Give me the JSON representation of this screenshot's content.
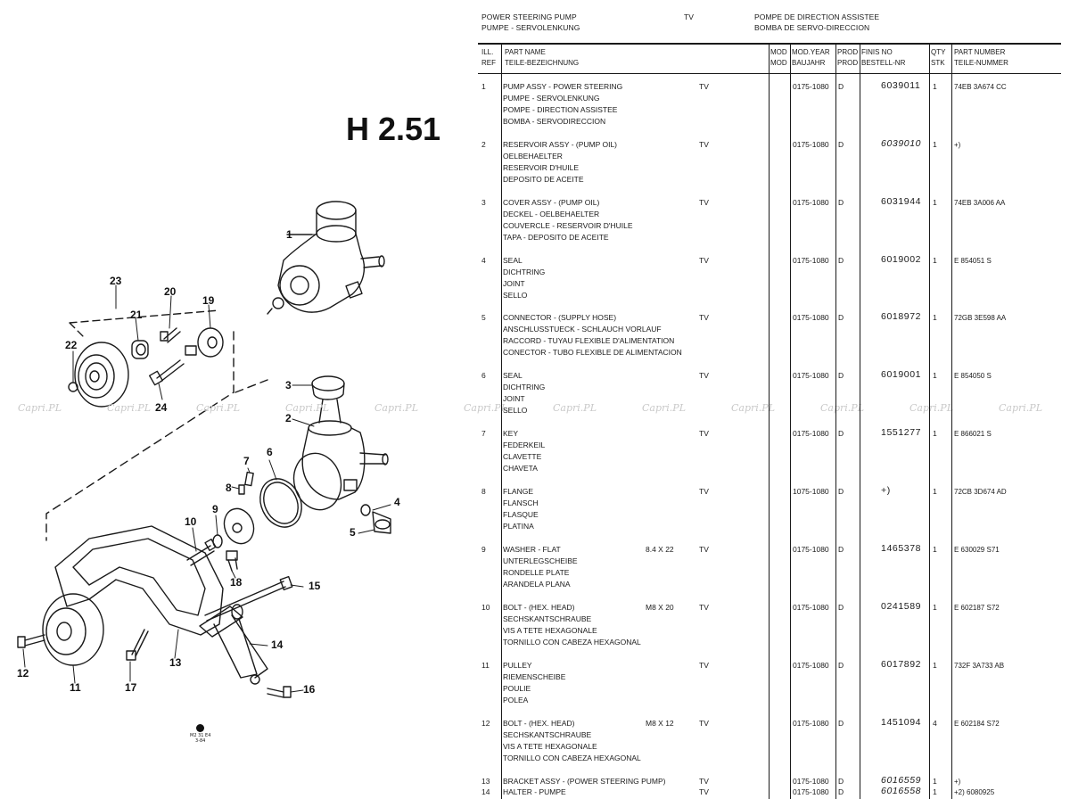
{
  "header": {
    "section_en": "POWER STEERING PUMP",
    "section_de": "PUMPE - SERVOLENKUNG",
    "model_code": "TV",
    "section_fr": "POMPE DE DIRECTION ASSISTEE",
    "section_es": "BOMBA DE SERVO-DIRECCION"
  },
  "page_code": "H 2.51",
  "watermark": "Capri.PL",
  "diagram": {
    "callouts": [
      "1",
      "2",
      "3",
      "4",
      "5",
      "6",
      "7",
      "8",
      "9",
      "10",
      "11",
      "12",
      "13",
      "14",
      "15",
      "16",
      "17",
      "18",
      "19",
      "20",
      "21",
      "22",
      "23",
      "24"
    ],
    "code_mark": [
      "M2 31 E4",
      "3-84"
    ]
  },
  "table": {
    "columns": {
      "ill_ref": [
        "ILL.",
        "REF"
      ],
      "part_name": [
        "PART NAME",
        "TEILE-BEZEICHNUNG"
      ],
      "mod": [
        "MOD",
        "MOD"
      ],
      "mod_year": [
        "MOD.YEAR",
        "BAUJAHR"
      ],
      "prod": [
        "PROD",
        "PROD"
      ],
      "finis": [
        "FINIS NO",
        "BESTELL-NR"
      ],
      "qty": [
        "QTY",
        "STK"
      ],
      "part_number": [
        "PART NUMBER",
        "TEILE-NUMMER"
      ]
    },
    "rows": [
      {
        "ref": "1",
        "names": [
          "PUMP ASSY - POWER STEERING",
          "PUMPE - SERVOLENKUNG",
          "POMPE - DIRECTION ASSISTEE",
          "BOMBA - SERVODIRECCION"
        ],
        "size": "",
        "model": "TV",
        "year": "0175-1080",
        "prod": "D",
        "finis": "6039011",
        "finis_italic": false,
        "qty": "1",
        "part_number": "74EB 3A674 CC"
      },
      {
        "ref": "2",
        "names": [
          "RESERVOIR ASSY - (PUMP OIL)",
          "OELBEHAELTER",
          "RESERVOIR D'HUILE",
          "DEPOSITO DE ACEITE"
        ],
        "size": "",
        "model": "TV",
        "year": "0175-1080",
        "prod": "D",
        "finis": "6039010",
        "finis_italic": true,
        "qty": "1",
        "part_number": "+)"
      },
      {
        "ref": "3",
        "names": [
          "COVER ASSY - (PUMP OIL)",
          "DECKEL - OELBEHAELTER",
          "COUVERCLE - RESERVOIR D'HUILE",
          "TAPA - DEPOSITO DE ACEITE"
        ],
        "size": "",
        "model": "TV",
        "year": "0175-1080",
        "prod": "D",
        "finis": "6031944",
        "finis_italic": false,
        "qty": "1",
        "part_number": "74EB 3A006 AA"
      },
      {
        "ref": "4",
        "names": [
          "SEAL",
          "DICHTRING",
          "JOINT",
          "SELLO"
        ],
        "size": "",
        "model": "TV",
        "year": "0175-1080",
        "prod": "D",
        "finis": "6019002",
        "finis_italic": false,
        "qty": "1",
        "part_number": "E 854051 S"
      },
      {
        "ref": "5",
        "names": [
          "CONNECTOR - (SUPPLY HOSE)",
          "ANSCHLUSSTUECK - SCHLAUCH VORLAUF",
          "RACCORD - TUYAU FLEXIBLE D'ALIMENTATION",
          "CONECTOR - TUBO FLEXIBLE DE ALIMENTACION"
        ],
        "size": "",
        "model": "TV",
        "year": "0175-1080",
        "prod": "D",
        "finis": "6018972",
        "finis_italic": false,
        "qty": "1",
        "part_number": "72GB 3E598 AA"
      },
      {
        "ref": "6",
        "names": [
          "SEAL",
          "DICHTRING",
          "JOINT",
          "SELLO"
        ],
        "size": "",
        "model": "TV",
        "year": "0175-1080",
        "prod": "D",
        "finis": "6019001",
        "finis_italic": false,
        "qty": "1",
        "part_number": "E 854050 S"
      },
      {
        "ref": "7",
        "names": [
          "KEY",
          "FEDERKEIL",
          "CLAVETTE",
          "CHAVETA"
        ],
        "size": "",
        "model": "TV",
        "year": "0175-1080",
        "prod": "D",
        "finis": "1551277",
        "finis_italic": false,
        "qty": "1",
        "part_number": "E 866021 S"
      },
      {
        "ref": "8",
        "names": [
          "FLANGE",
          "FLANSCH",
          "FLASQUE",
          "PLATINA"
        ],
        "size": "",
        "model": "TV",
        "year": "1075-1080",
        "prod": "D",
        "finis": "+)",
        "finis_italic": false,
        "qty": "1",
        "part_number": "72CB 3D674 AD"
      },
      {
        "ref": "9",
        "names": [
          "WASHER - FLAT",
          "UNTERLEGSCHEIBE",
          "RONDELLE PLATE",
          "ARANDELA PLANA"
        ],
        "size": "8.4 X 22",
        "model": "TV",
        "year": "0175-1080",
        "prod": "D",
        "finis": "1465378",
        "finis_italic": false,
        "qty": "1",
        "part_number": "E 630029 S71"
      },
      {
        "ref": "10",
        "names": [
          "BOLT - (HEX. HEAD)",
          "SECHSKANTSCHRAUBE",
          "VIS A TETE HEXAGONALE",
          "TORNILLO CON CABEZA HEXAGONAL"
        ],
        "size": "M8 X 20",
        "model": "TV",
        "year": "0175-1080",
        "prod": "D",
        "finis": "0241589",
        "finis_italic": false,
        "qty": "1",
        "part_number": "E 602187 S72"
      },
      {
        "ref": "11",
        "names": [
          "PULLEY",
          "RIEMENSCHEIBE",
          "POULIE",
          "POLEA"
        ],
        "size": "",
        "model": "TV",
        "year": "0175-1080",
        "prod": "D",
        "finis": "6017892",
        "finis_italic": false,
        "qty": "1",
        "part_number": "732F 3A733 AB"
      },
      {
        "ref": "12",
        "names": [
          "BOLT - (HEX. HEAD)",
          "SECHSKANTSCHRAUBE",
          "VIS A TETE HEXAGONALE",
          "TORNILLO CON CABEZA HEXAGONAL"
        ],
        "size": "M8 X 12",
        "model": "TV",
        "year": "0175-1080",
        "prod": "D",
        "finis": "1451094",
        "finis_italic": false,
        "qty": "4",
        "part_number": "E 602184 S72"
      },
      {
        "ref": "13",
        "names": [
          "BRACKET ASSY - (POWER STEERING PUMP)"
        ],
        "size": "",
        "model": "TV",
        "year": "0175-1080",
        "prod": "D",
        "finis": "6016559",
        "finis_italic": true,
        "qty": "1",
        "part_number": "+)"
      },
      {
        "ref": "14",
        "names": [
          "HALTER - PUMPE"
        ],
        "size": "",
        "model": "TV",
        "year": "0175-1080",
        "prod": "D",
        "finis": "6016558",
        "finis_italic": true,
        "qty": "1",
        "part_number": "+2) 6080925"
      }
    ]
  }
}
